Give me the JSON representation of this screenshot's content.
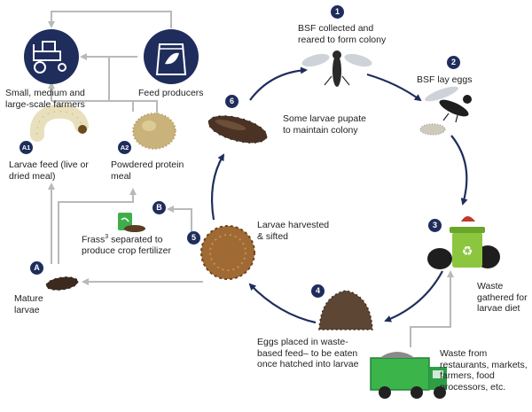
{
  "colors": {
    "navy": "#1f2d5c",
    "arrow_grey": "#b9b9b9",
    "green": "#27a84a",
    "cycle_arrow": "#1f2d5c"
  },
  "steps": [
    {
      "id": "1",
      "text": "BSF collected and reared to form colony"
    },
    {
      "id": "2",
      "text": "BSF lay eggs"
    },
    {
      "id": "3",
      "text": "Waste gathered for larvae diet"
    },
    {
      "id": "4",
      "text": "Eggs placed in waste-based feed– to be eaten once hatched into larvae"
    },
    {
      "id": "5",
      "text": "Larvae harvested & sifted"
    },
    {
      "id": "6",
      "text": "Some larvae pupate to maintain colony"
    }
  ],
  "branches": {
    "A": {
      "id": "A",
      "text": "Mature larvae"
    },
    "A1": {
      "id": "A1",
      "text": "Larvae feed (live or dried meal)"
    },
    "A2": {
      "id": "A2",
      "text": "Powdered protein meal"
    },
    "B": {
      "id": "B",
      "text_pre": "Frass",
      "text_sup": "3",
      "text_post": " separated to produce crop fertilizer"
    }
  },
  "users": {
    "farmers": "Small, medium and large-scale farmers",
    "feed_producers": "Feed producers"
  },
  "waste_source": "Waste from restaurants, markets, farmers, food processors, etc.",
  "icons": [
    "tractor-icon",
    "feed-bag-icon",
    "fly-icon",
    "larva-icon",
    "pupa-icon",
    "eggs-icon",
    "waste-bin-icon",
    "garbage-truck-icon",
    "frass-icon",
    "protein-meal-icon"
  ]
}
